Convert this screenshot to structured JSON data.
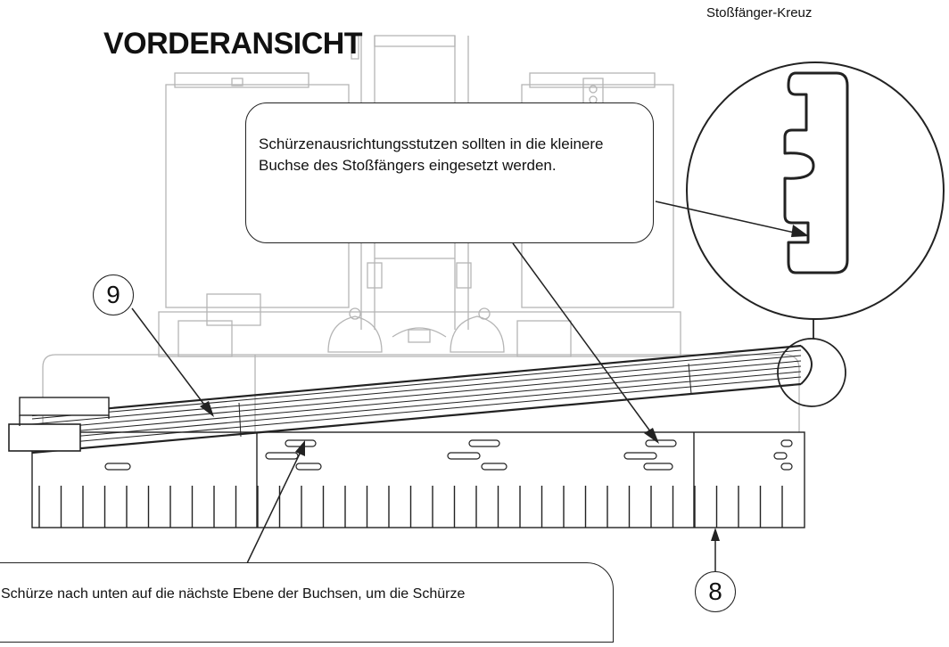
{
  "title": "VORDERANSICHT",
  "inset_label": "Stoßfänger-Kreuz",
  "callout_top": "Schürzenausrichtungsstutzen sollten in die kleinere Buchse des Stoßfängers eingesetzt werden.",
  "callout_bottom": "Schürze nach unten auf die nächste Ebene der Buchsen, um die Schürze",
  "part_numbers": {
    "skirt_strip": "9",
    "skirt_panel": "8"
  },
  "colors": {
    "line": "#222222",
    "light_line": "#b5b5b5",
    "background": "#ffffff"
  }
}
